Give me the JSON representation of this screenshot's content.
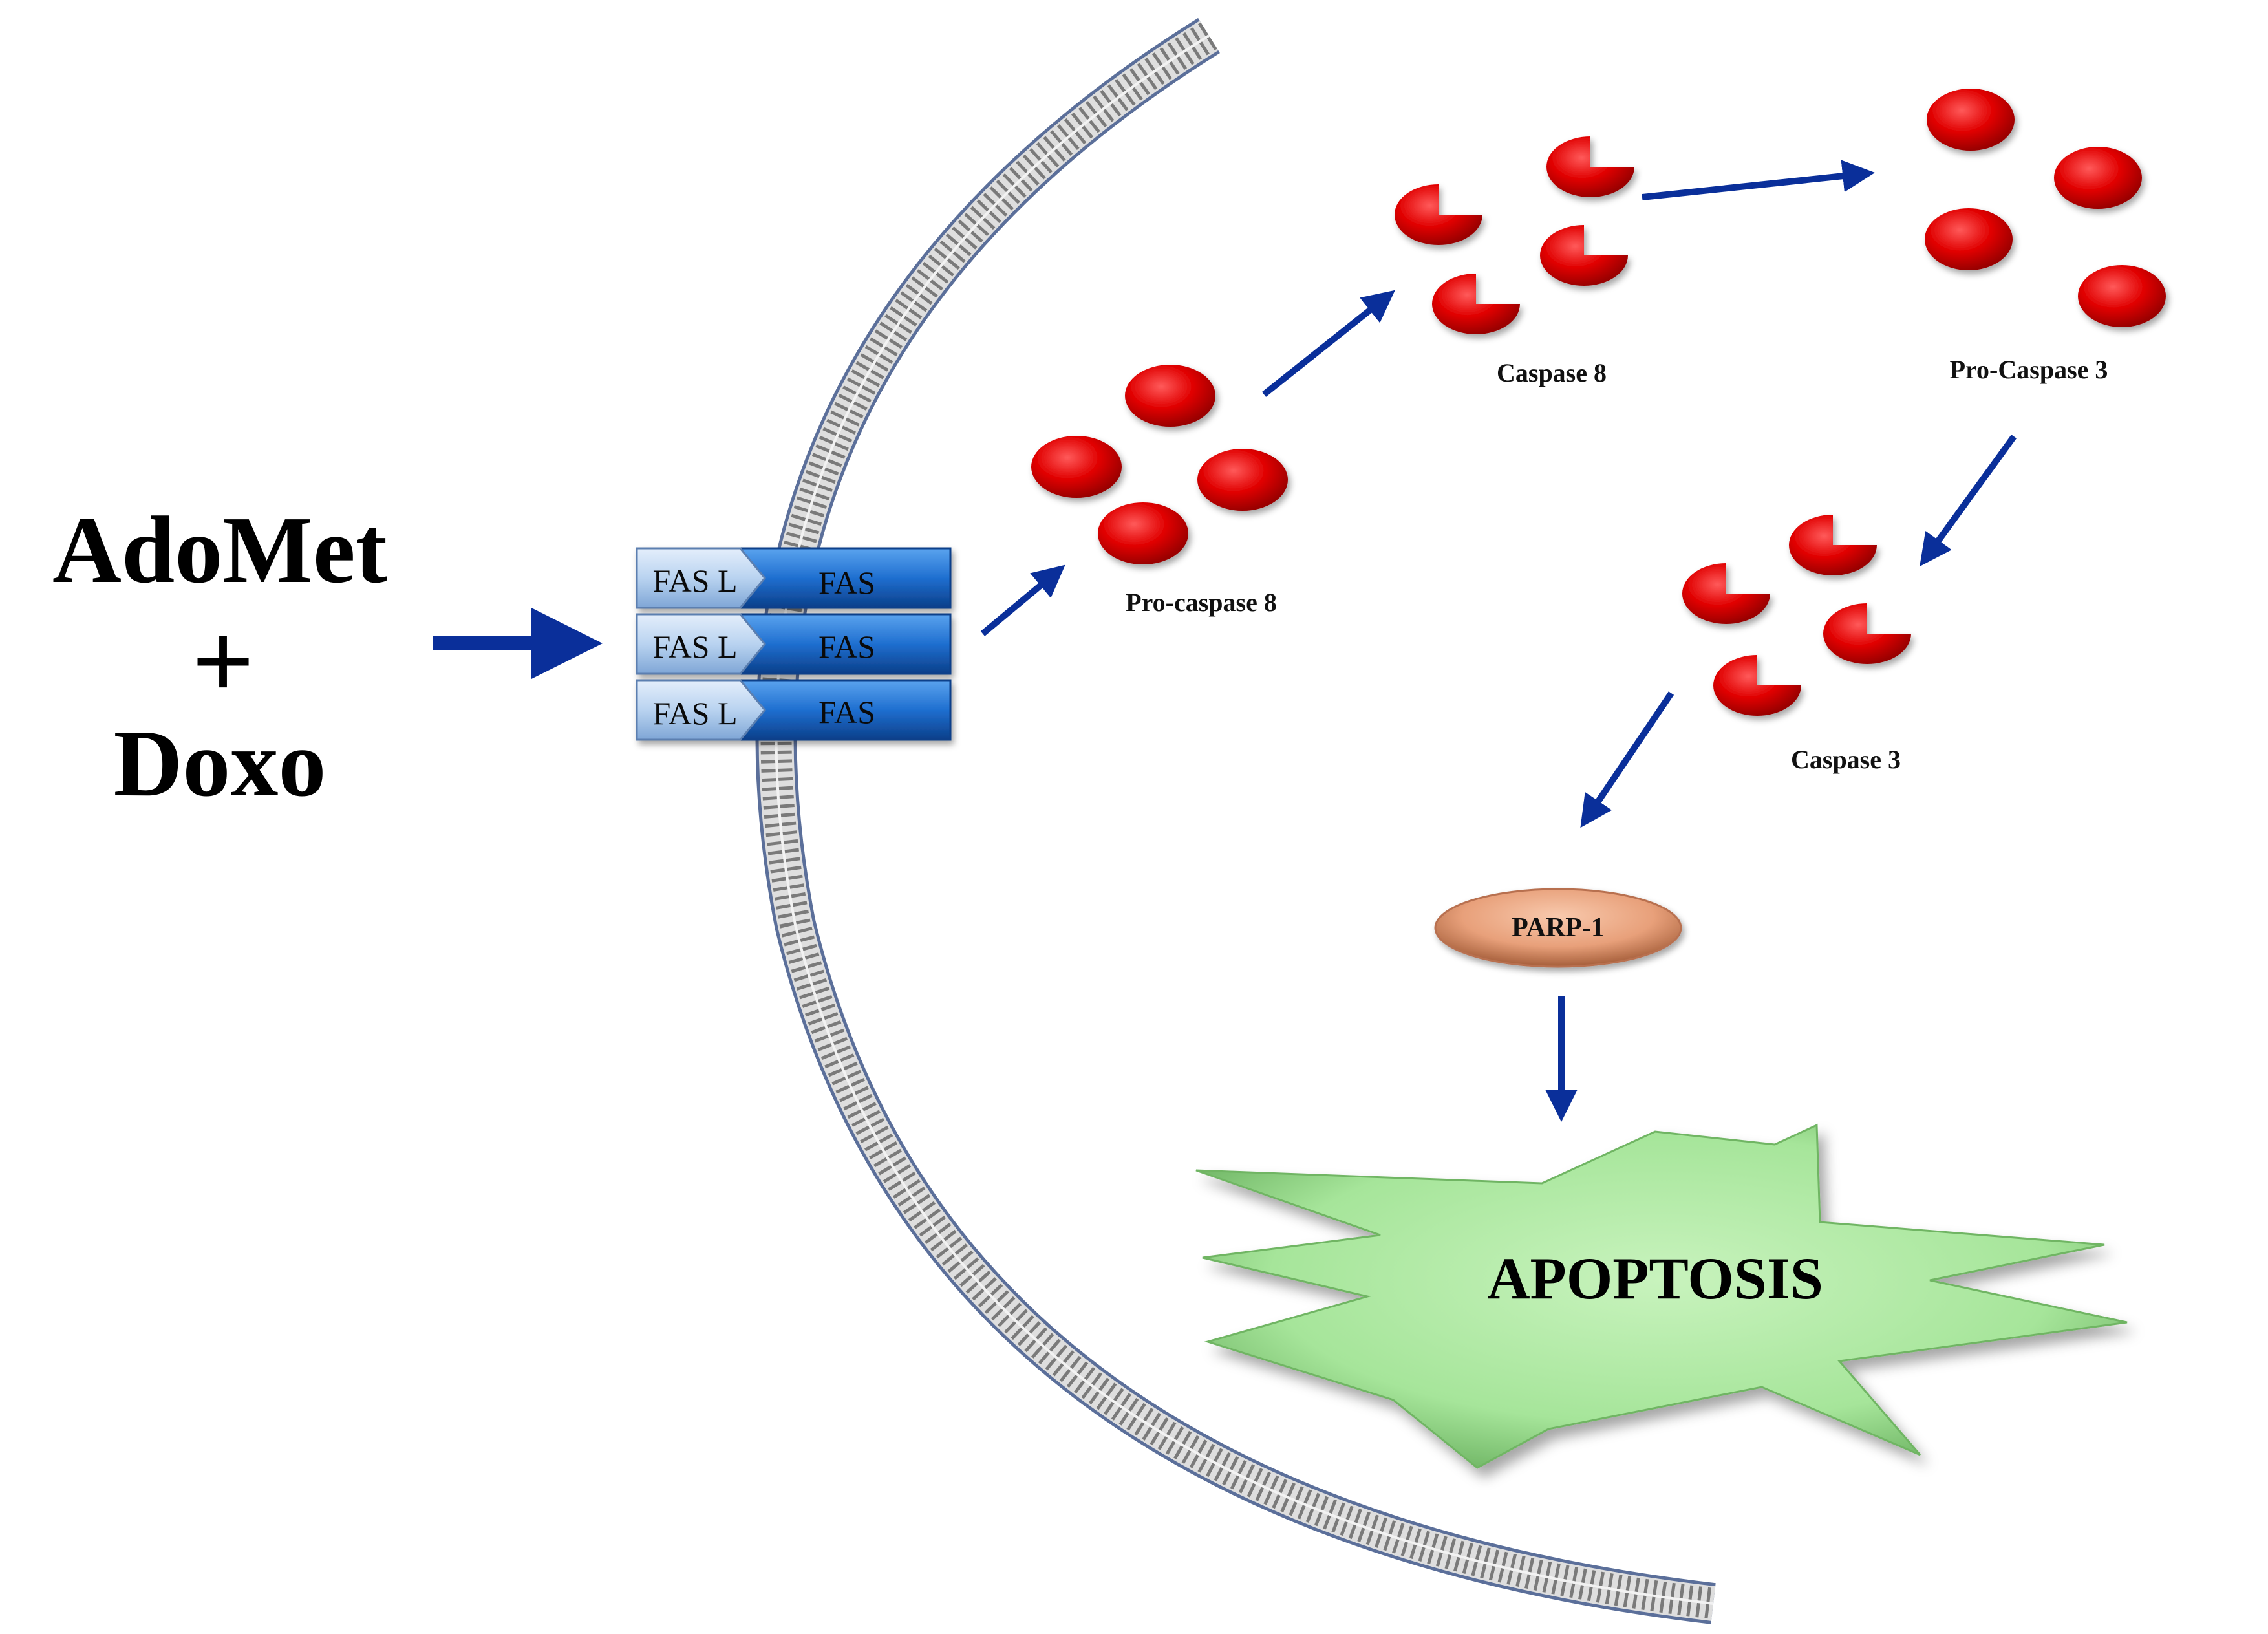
{
  "treatment": {
    "drug1": "AdoMet",
    "plus": "+",
    "drug2": "Doxo"
  },
  "receptor": {
    "rows": [
      {
        "ligand": "FAS L",
        "receptor": "FAS"
      },
      {
        "ligand": "FAS L",
        "receptor": "FAS"
      },
      {
        "ligand": "FAS L",
        "receptor": "FAS"
      }
    ]
  },
  "labels": {
    "pro_caspase8": "Pro-caspase  8",
    "caspase8": "Caspase  8",
    "pro_caspase3": "Pro-Caspase  3",
    "caspase3": "Caspase  3",
    "parp1": "PARP-1",
    "apoptosis": "APOPTOSIS"
  },
  "colors": {
    "caspase_red": "#e00000",
    "arrow_blue": "#0a2f9a",
    "fas_blue": "#1f6fd0",
    "fasl_light": "#b9d3f0",
    "parp_orange": "#e8a07a",
    "apoptosis_green": "#a6e59a",
    "membrane_gray": "#8a8a8a"
  }
}
